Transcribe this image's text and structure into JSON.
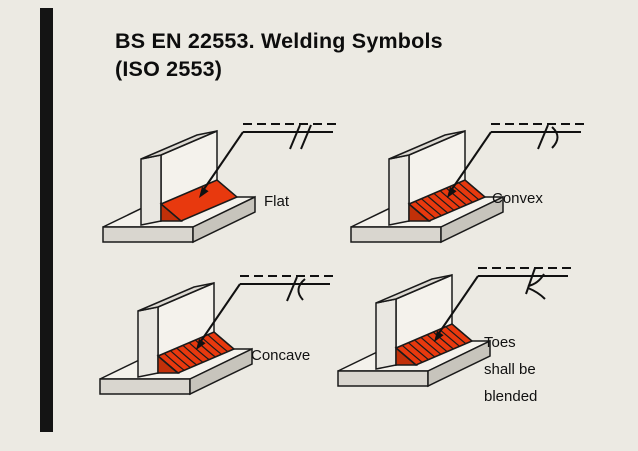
{
  "slide": {
    "title": "BS EN 22553.  Welding Symbols\n(ISO 2553)",
    "diagrams": {
      "flat": {
        "label": "Flat"
      },
      "convex": {
        "label": "Convex"
      },
      "concave": {
        "label": "Concave"
      },
      "toes": {
        "label": "Toes\nshall be\nblended"
      }
    },
    "colors": {
      "background": "#ECEAE3",
      "weld": "#E8390E",
      "weld-dark": "#C23009",
      "bar": "#141414"
    }
  }
}
